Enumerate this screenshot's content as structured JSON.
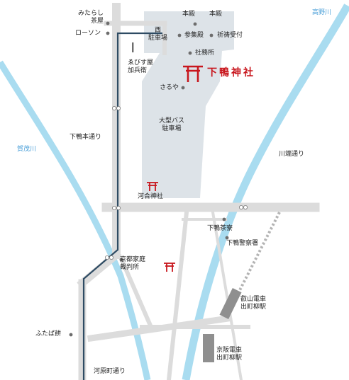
{
  "colors": {
    "road": "#dcdcdc",
    "water": "#a9dcf0",
    "shrine_area": "#dde3e8",
    "route": "#2e4b63",
    "station": "#8f8f8f",
    "rail": "#b4b4b4",
    "torii": "#c8161d",
    "river_label": "#4a9fd8"
  },
  "rivers": {
    "takano": "高野川",
    "kamo": "賀茂川"
  },
  "streets": {
    "shimogamo_hondori": "下鴨本通り",
    "kawabata": "川端通り",
    "kawaramachi": "河原町通り"
  },
  "shrine": {
    "name": "下鴨神社",
    "honden": "本殿",
    "honden2": "本殿",
    "sanshuden": "参集殿",
    "kitou": "祈祷受付",
    "shamusho": "社務所",
    "saruya": "さるや",
    "west_parking": "西\n駐車場",
    "bus_parking": "大型バス\n駐車場",
    "kawai": "河合神社"
  },
  "landmarks": {
    "mitarashi": "みたらし\n茶屋",
    "lawson": "ローソン",
    "ebisuya": "ゑびす屋\n加兵衛",
    "saryo": "下鴨茶寮",
    "police": "下鴨警察署",
    "court": "京都家庭\n裁判所",
    "futaba": "ふたば餅"
  },
  "stations": {
    "eizan": "叡山電車\n出町柳駅",
    "keihan": "京阪電車\n出町柳駅"
  }
}
